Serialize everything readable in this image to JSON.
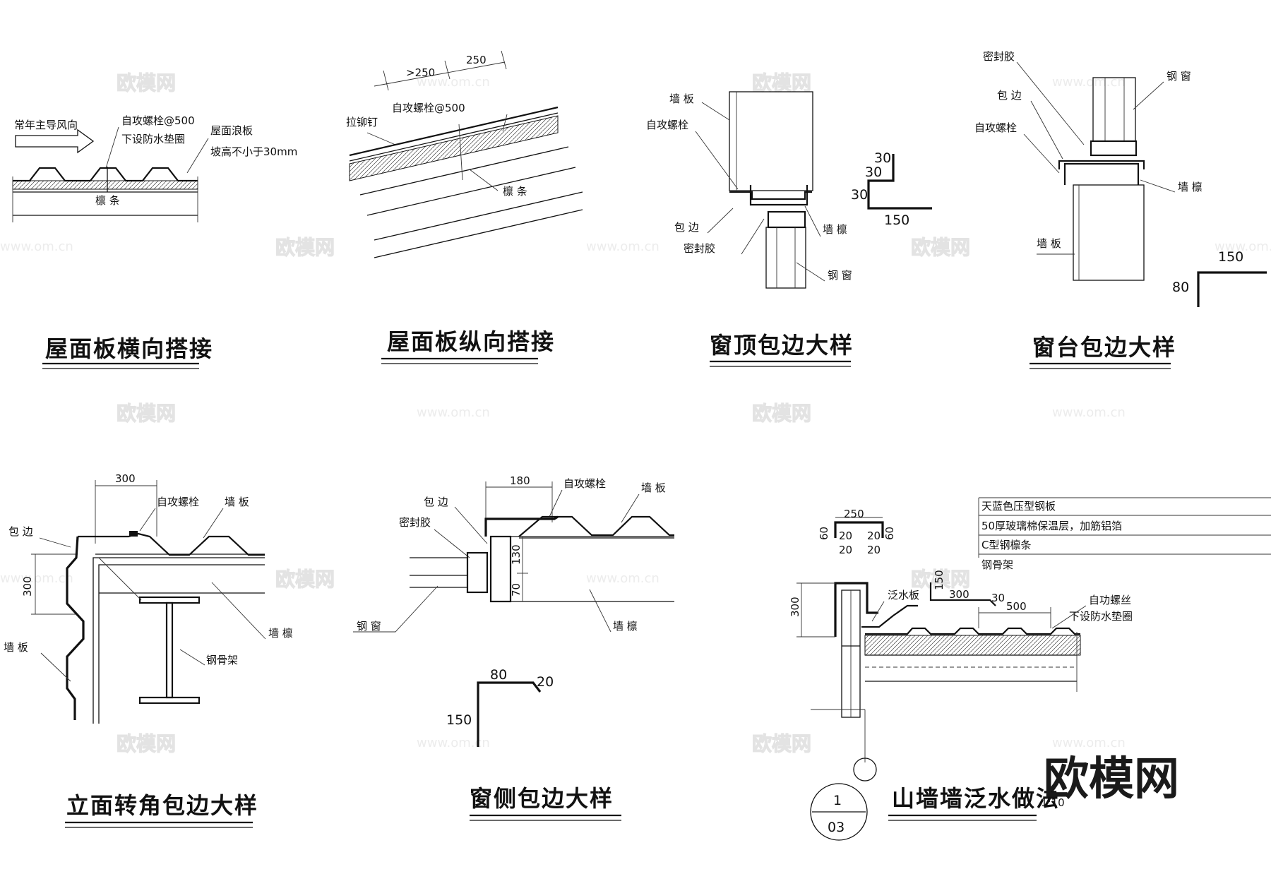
{
  "watermark": {
    "text": "欧模网",
    "url": "www.om.cn",
    "brand": "欧模网"
  },
  "details": {
    "d1": {
      "title": "屋面板横向搭接",
      "wind": "常年主导风向",
      "bolt": "自攻螺栓@500",
      "washer": "下设防水垫圈",
      "panel": "屋面浪板",
      "slope": "坡高不小于30mm",
      "purlin": "檩  条"
    },
    "d2": {
      "title": "屋面板纵向搭接",
      "dim1": ">250",
      "dim2": "250",
      "bolt": "自攻螺栓@500",
      "rivet": "拉铆钉",
      "purlin": "檩  条"
    },
    "d3": {
      "title": "窗顶包边大样",
      "wall_panel": "墙  板",
      "bolt": "自攻螺栓",
      "trim": "包  边",
      "sealant": "密封胶",
      "wall_purlin": "墙  檩",
      "window": "钢  窗",
      "dim30a": "30",
      "dim30b": "30",
      "dim30c": "30",
      "dim150": "150"
    },
    "d4": {
      "title": "窗台包边大样",
      "sealant": "密封胶",
      "window": "钢  窗",
      "trim": "包  边",
      "bolt": "自攻螺栓",
      "wall_purlin": "墙  檩",
      "wall_panel": "墙  板",
      "dim150": "150",
      "dim80": "80"
    },
    "d5": {
      "title": "立面转角包边大样",
      "dim300a": "300",
      "dim300b": "300",
      "bolt": "自攻螺栓",
      "wall_panel_top": "墙  板",
      "trim": "包  边",
      "wall_purlin": "墙  檩",
      "steel_frame": "钢骨架",
      "wall_panel_left": "墙  板"
    },
    "d6": {
      "title": "窗侧包边大样",
      "dim180": "180",
      "bolt": "自攻螺栓",
      "wall_panel": "墙  板",
      "trim": "包  边",
      "sealant": "密封胶",
      "dim130": "130",
      "dim70": "70",
      "window": "钢  窗",
      "wall_purlin": "墙  檩",
      "dim80": "80",
      "dim20": "20",
      "dim150": "150"
    },
    "d7": {
      "title": "山墙墙泛水做法",
      "scale": "1:10",
      "layer1": "天蓝色压型钢板",
      "layer2": "50厚玻璃棉保温层，加筋铝箔",
      "layer3": "C型钢檩条",
      "layer4": "钢骨架",
      "dim250": "250",
      "dim60a": "60",
      "dim60b": "60",
      "dim20a": "20",
      "dim20b": "20",
      "dim20c": "20",
      "dim20d": "20",
      "flashing": "泛水板",
      "dim150": "150",
      "dim300h": "300",
      "dim30": "30",
      "dim500": "500",
      "dim300v": "300",
      "screw": "自功螺丝",
      "washer": "下设防水垫圈",
      "index_top": "1",
      "index_bottom": "03"
    }
  }
}
